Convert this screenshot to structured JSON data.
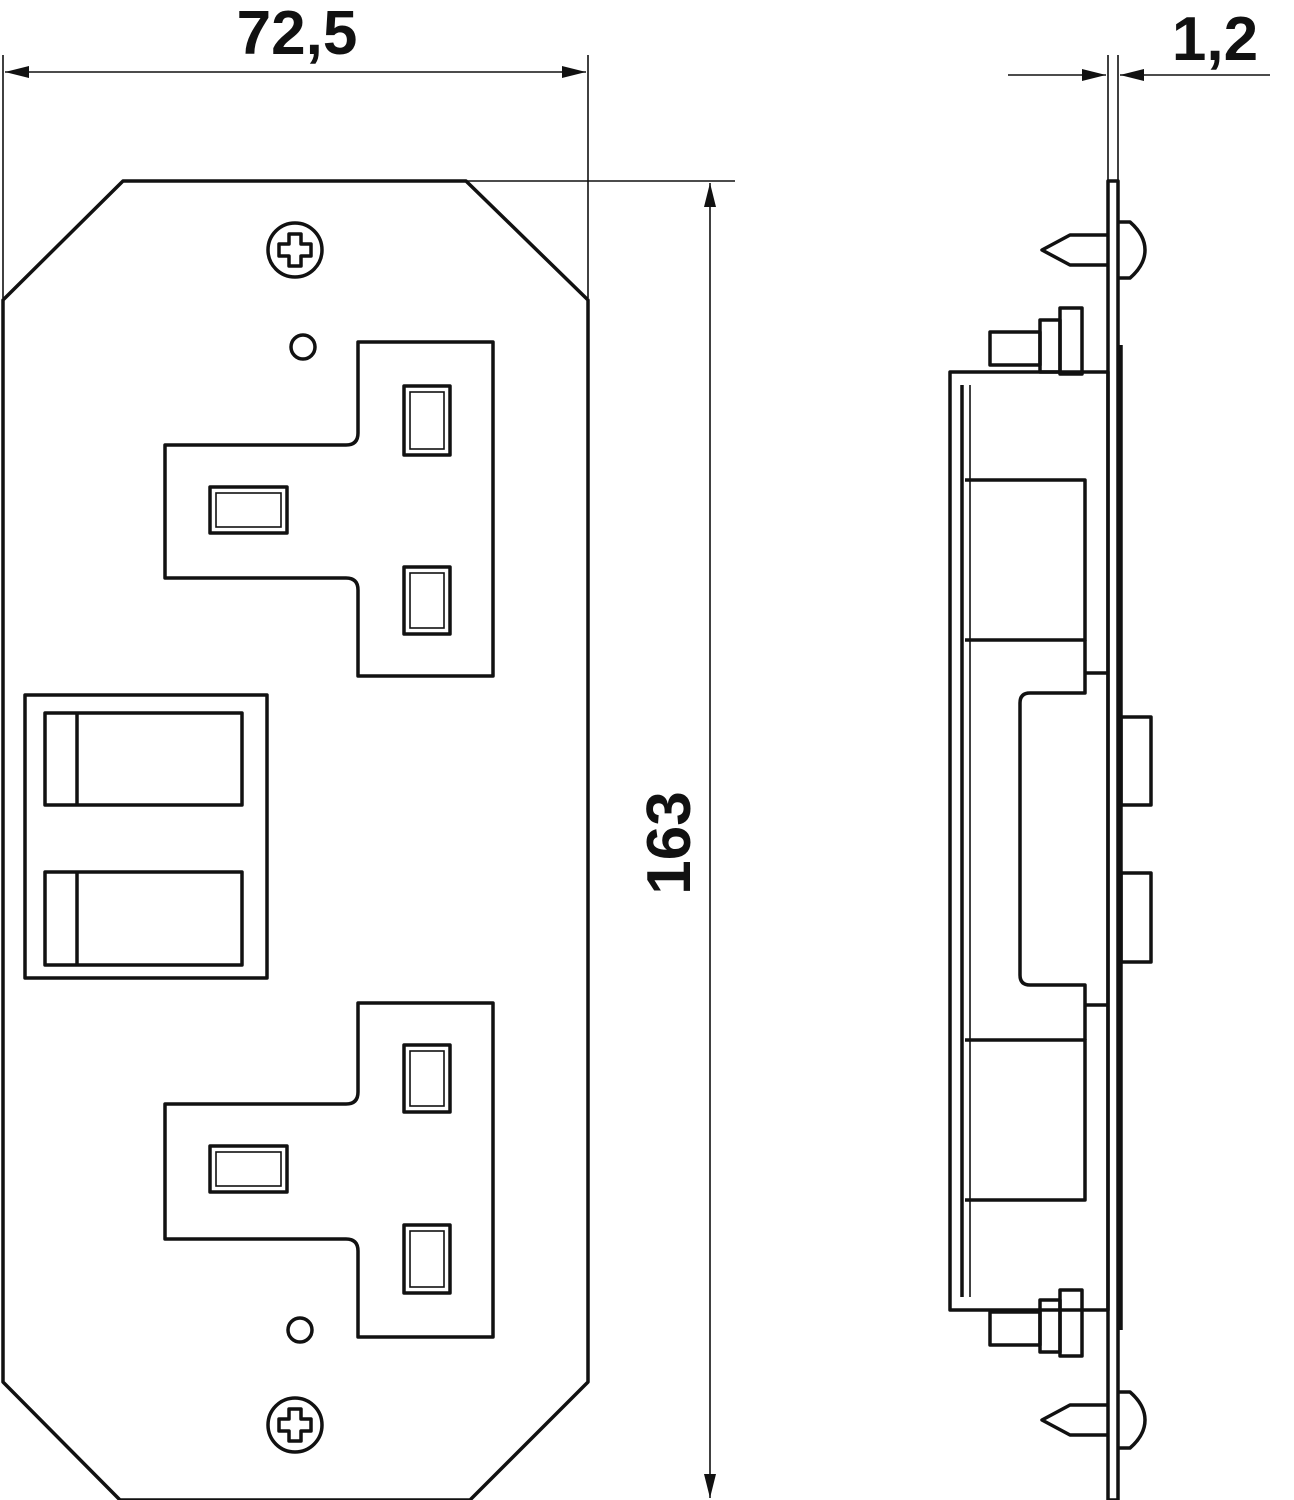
{
  "dimensions": {
    "width": "72,5",
    "height": "163",
    "thickness": "1,2"
  },
  "colors": {
    "line": "#111111",
    "background": "#ffffff"
  }
}
